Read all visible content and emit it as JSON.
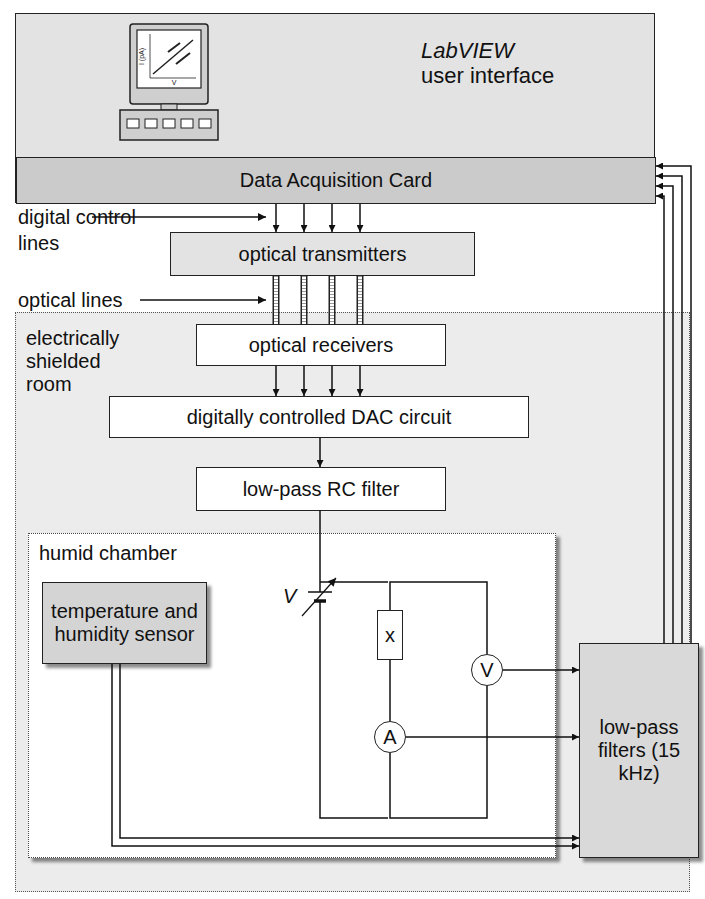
{
  "diagram": {
    "nodes": [
      {
        "text": [
          "LabVIEW",
          "user interface"
        ]
      },
      {
        "text": [
          "Data Acquisition Card"
        ],
        "in": 0
      },
      {
        "text": [
          "optical transmitters"
        ]
      },
      {
        "text": [
          "electrically shielded room"
        ]
      },
      {
        "text": [
          "optical receivers"
        ],
        "in": 3
      },
      {
        "text": [
          "digitally controlled DAC circuit"
        ],
        "in": 3
      },
      {
        "text": [
          "low-pass RC filter"
        ],
        "in": 3
      },
      {
        "text": [
          "humid chamber"
        ],
        "in": 3
      },
      {
        "text": [
          "temperature and humidity sensor"
        ],
        "in": 7
      },
      {
        "text": [
          "low-pass filters (15 kHz)"
        ],
        "in": 3
      },
      {
        "text": [
          "x"
        ],
        "in": 7
      },
      {
        "text": [
          "A"
        ],
        "in": 7
      },
      {
        "text": [
          "V"
        ],
        "in": 7
      }
    ],
    "edges": [
      {
        "from": 1,
        "to": 2,
        "arrow": "to"
      },
      {
        "from": 1,
        "to": 2,
        "arrow": "to"
      },
      {
        "from": 1,
        "to": 2,
        "arrow": "to"
      },
      {
        "from": 1,
        "to": 2,
        "arrow": "to"
      },
      {
        "from": 2,
        "to": 4,
        "arrow": "none"
      },
      {
        "from": 2,
        "to": 4,
        "arrow": "none"
      },
      {
        "from": 2,
        "to": 4,
        "arrow": "none"
      },
      {
        "from": 2,
        "to": 4,
        "arrow": "none"
      },
      {
        "from": 4,
        "to": 5,
        "arrow": "to"
      },
      {
        "from": 4,
        "to": 5,
        "arrow": "to"
      },
      {
        "from": 4,
        "to": 5,
        "arrow": "to"
      },
      {
        "from": 4,
        "to": 5,
        "arrow": "to"
      },
      {
        "from": 5,
        "to": 6,
        "arrow": "to"
      },
      {
        "from": 10,
        "to": 11,
        "arrow": "none"
      },
      {
        "from": 10,
        "to": 12,
        "arrow": "none"
      },
      {
        "from": 11,
        "to": 12,
        "arrow": "none"
      },
      {
        "from": 12,
        "to": 9,
        "arrow": "to"
      },
      {
        "from": 11,
        "to": 9,
        "arrow": "to"
      },
      {
        "from": 8,
        "to": 9,
        "arrow": "to"
      },
      {
        "from": 8,
        "to": 9,
        "arrow": "to"
      },
      {
        "from": 9,
        "to": 1,
        "arrow": "to"
      },
      {
        "from": 9,
        "to": 1,
        "arrow": "to"
      },
      {
        "from": 9,
        "to": 1,
        "arrow": "to"
      },
      {
        "from": 9,
        "to": 1,
        "arrow": "to"
      }
    ],
    "labels": [
      "I (pA)",
      "V",
      "digital control lines",
      "optical lines",
      "V"
    ]
  }
}
